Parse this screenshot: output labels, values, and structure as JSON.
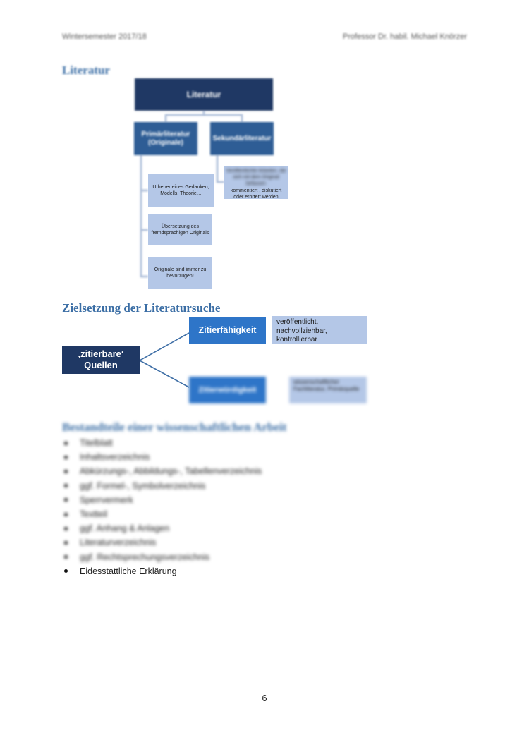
{
  "header": {
    "left": "Wintersemester 2017/18",
    "right": "Professor Dr. habil. Michael Knörzer"
  },
  "section1": {
    "title": "Literatur",
    "root": "Literatur",
    "primary": "Primärliteratur (Originale)",
    "secondary": "Sekundärliteratur",
    "primary_items": [
      "Urheber eines Gedanken, Modells, Theorie…",
      "Übersetzung des fremdsprachigen Originals",
      "Originale sind immer zu bevorzugen!"
    ],
    "secondary_item_lead": "Veröffentlichte Arbeiten, die sich mit dem Original befassen",
    "secondary_item": "kommentiert , diskutiert oder erörtert werden"
  },
  "section2": {
    "title": "Zielsetzung der Literatursuche",
    "source": "‚zitierbare‘ Quellen",
    "criterion1": "Zitierfähigkeit",
    "criterion1_detail": "veröffentlicht, nachvollziehbar, kontrollierbar",
    "criterion2": "Zitierwürdigkeit",
    "criterion2_detail": "wissenschaftlicher Fachliteratur, Primärquelle"
  },
  "section3": {
    "title": "Bestandteile einer wissenschaftlichen Arbeit",
    "items": [
      "Titelblatt",
      "Inhaltsverzeichnis",
      "Abkürzungs-, Abbildungs-, Tabellenverzeichnis",
      "ggf. Formel-, Symbolverzeichnis",
      "Sperrvermerk",
      "Textteil",
      "ggf. Anhang & Anlagen",
      "Literaturverzeichnis",
      "ggf. Rechtsprechungsverzeichnis",
      "Eidesstattliche Erklärung"
    ]
  },
  "page_number": "6"
}
